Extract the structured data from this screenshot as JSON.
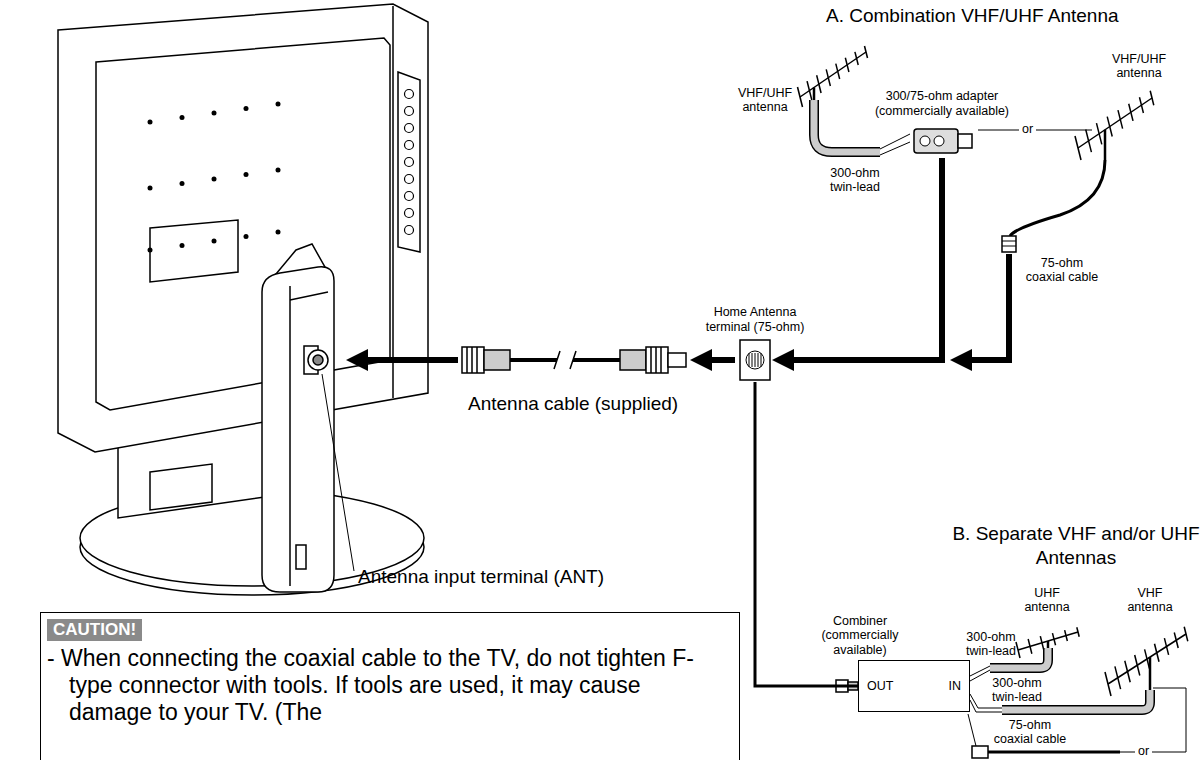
{
  "diagram": {
    "nodes": [
      {
        "text": [
          "300/75-ohm adapter (commercially available)"
        ]
      },
      {
        "text": [
          "Home Antenna terminal (75-ohm)"
        ]
      },
      {
        "text": [
          "Combiner (commercially available)",
          "OUT",
          "IN"
        ]
      },
      {
        "text": [
          "CAUTION!",
          "- When connecting the coaxial cable to the TV, do not tighten F-type connector with tools. If tools are used, it may cause damage to your TV. (The"
        ]
      }
    ],
    "edges": [
      {
        "from": 0,
        "to": 1,
        "arrow": "to"
      },
      {
        "from": 2,
        "to": 1,
        "arrow": "none"
      }
    ],
    "labels": [
      "A. Combination VHF/UHF Antenna",
      "VHF/UHF antenna",
      "300-ohm twin-lead",
      "or",
      "VHF/UHF antenna",
      "75-ohm coaxial cable",
      "Antenna cable (supplied)",
      "Antenna input terminal (ANT)",
      "B. Separate VHF and/or UHF Antennas",
      "UHF antenna",
      "VHF antenna",
      "300-ohm twin-lead",
      "300-ohm twin-lead",
      "75-ohm coaxial cable",
      "or"
    ]
  }
}
